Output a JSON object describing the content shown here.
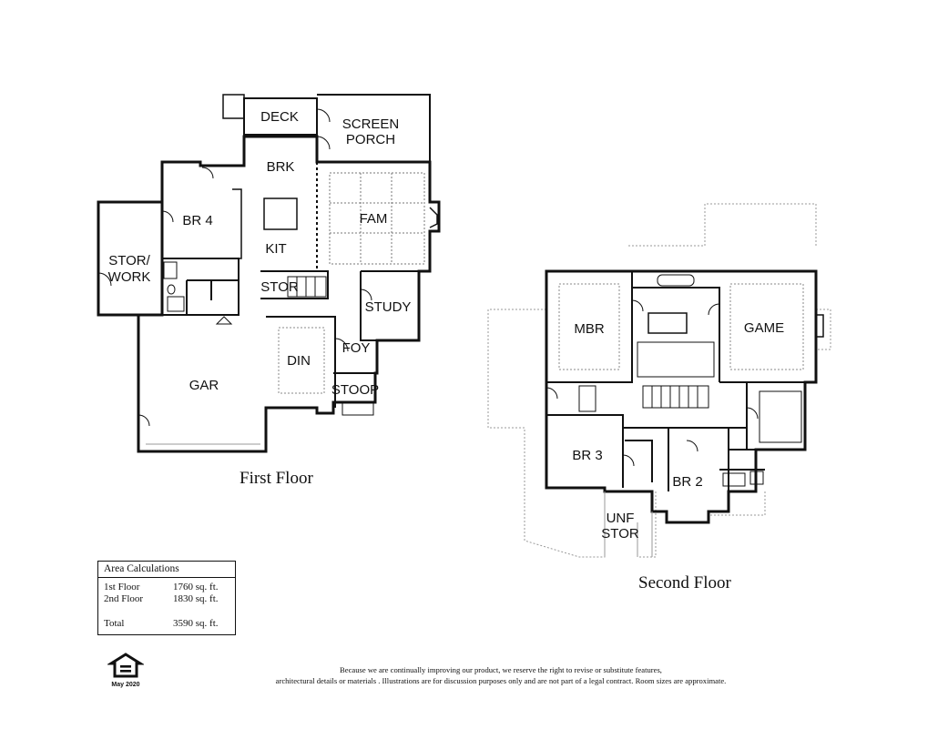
{
  "rooms": {
    "deck": "DECK",
    "screen_porch_line1": "SCREEN",
    "screen_porch_line2": "PORCH",
    "brk": "BRK",
    "fam": "FAM",
    "br4": "BR 4",
    "kit": "KIT",
    "stor_work_line1": "STOR/",
    "stor_work_line2": "WORK",
    "stor": "STOR",
    "study": "STUDY",
    "foy": "FOY",
    "din": "DIN",
    "gar": "GAR",
    "stoop": "STOOP",
    "mbr": "MBR",
    "game": "GAME",
    "br3": "BR 3",
    "br2": "BR 2",
    "unf_line1": "UNF",
    "unf_line2": "STOR"
  },
  "titles": {
    "first_floor": "First Floor",
    "second_floor": "Second Floor"
  },
  "area": {
    "title": "Area Calculations",
    "rows": [
      {
        "label": "1st Floor",
        "value": "1760 sq. ft."
      },
      {
        "label": "2nd Floor",
        "value": "1830 sq. ft."
      },
      {
        "label": "Total",
        "value": "3590 sq. ft."
      }
    ]
  },
  "footer": {
    "date": "May 2020",
    "disclaimer_line1": "Because we are continually improving our product, we reserve the right to revise or substitute features,",
    "disclaimer_line2": "architectural details or materials .  Illustrations are for discussion purposes only and are not part of a legal contract.  Room sizes are approximate."
  },
  "icons": {
    "equal_housing": "equal-housing-icon"
  },
  "colors": {
    "line": "#111111",
    "dashed": "#999999",
    "background": "#ffffff"
  }
}
